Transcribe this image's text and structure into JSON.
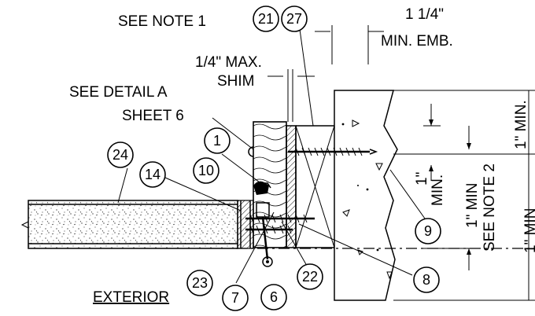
{
  "labels": {
    "see_note_1": "SEE NOTE 1",
    "embed_fraction": "1 1/4\"",
    "embed_text": "MIN. EMB.",
    "max_shim_1": "1/4\" MAX.",
    "max_shim_2": "SHIM",
    "see_detail_1": "SEE DETAIL A",
    "see_detail_2": "SHEET 6",
    "exterior": "EXTERIOR",
    "see_note_2": "SEE NOTE 2",
    "min_1in_a": "1\" MIN.",
    "min_1in_b": "1\"",
    "min_1in_b2": "MIN.",
    "min_1in_c": "1\" MIN",
    "min_1in_d": "1\" MIN"
  },
  "callouts": [
    "21",
    "27",
    "24",
    "1",
    "10",
    "14",
    "23",
    "7",
    "6",
    "22",
    "9",
    "8"
  ]
}
